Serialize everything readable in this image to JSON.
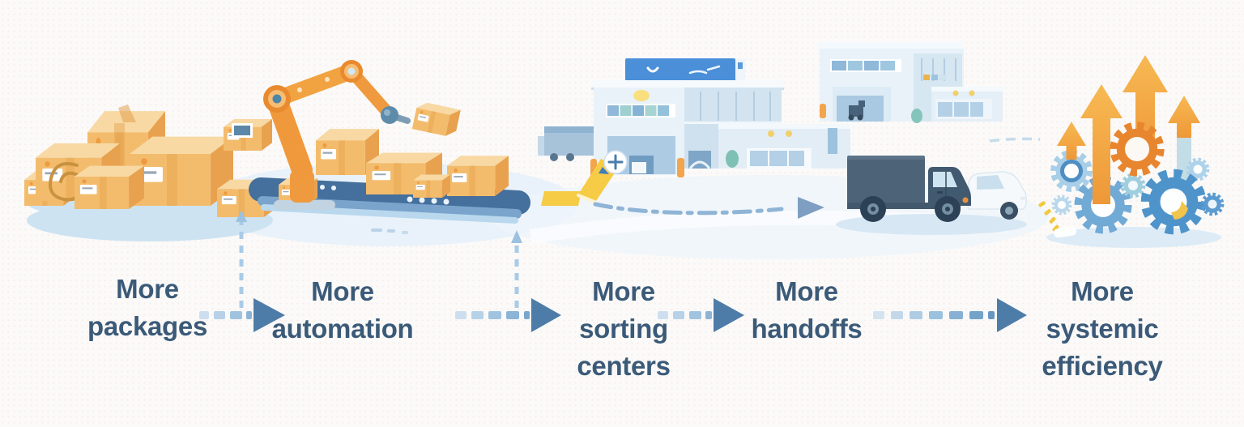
{
  "steps": [
    {
      "label": "More\npackages",
      "icon": "package-pile-icon"
    },
    {
      "label": "More\nautomation",
      "icon": "robotic-arm-conveyor-icon"
    },
    {
      "label": "More\nsorting\ncenters",
      "icon": "warehouse-buildings-icon"
    },
    {
      "label": "More\nhandoffs",
      "icon": "delivery-trucks-icon"
    },
    {
      "label": "More\nsystemic\nefficiency",
      "icon": "gears-growth-arrows-icon"
    }
  ],
  "colors": {
    "label_text": "#3b5a78",
    "flow_arrow_head": "#4e7ca8",
    "flow_arrow_dash_light": "#cddfee",
    "connector_dash": "#a9cbe6",
    "package_tan": "#f3bc6d",
    "robot_orange": "#f0993c",
    "conveyor_blue": "#456f9c",
    "building_wall": "#e9f2f9",
    "sign_blue": "#4a8fd8",
    "chute_yellow": "#f6cb45",
    "truck_slate": "#4d6378",
    "gear_blue": "#4e94cb",
    "gear_orange": "#e8862f",
    "growth_arrow_orange": "#f4a843",
    "background": "#fbfaf9"
  }
}
